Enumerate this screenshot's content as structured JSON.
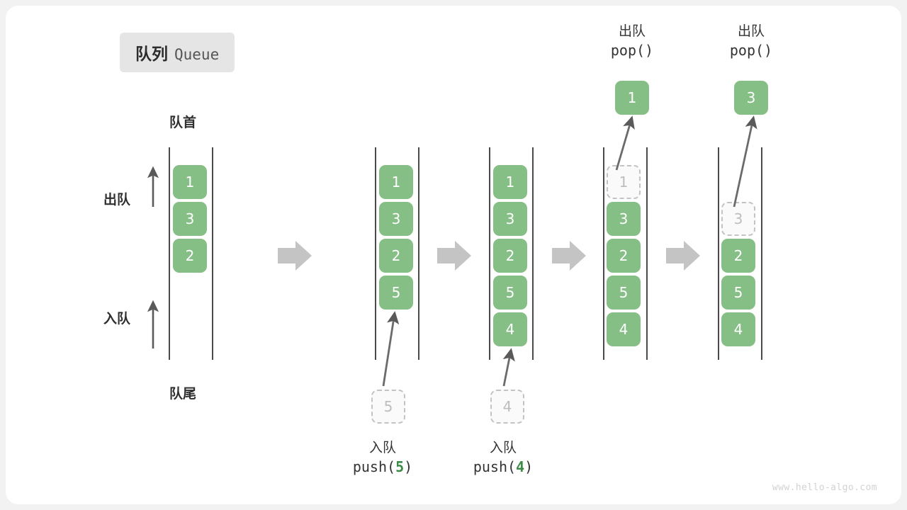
{
  "page": {
    "background": "#f2f2f2",
    "card_background": "#ffffff",
    "watermark": "www.hello-algo.com"
  },
  "title": {
    "cn": "队列",
    "en": "Queue"
  },
  "colors": {
    "cell_fill": "#86bf86",
    "cell_text": "#ffffff",
    "ghost_border": "#c3c3c3",
    "ghost_text": "#bdbdbd",
    "rail": "#4a4a4a",
    "arrow": "#5a5a5a",
    "step_arrow": "#c4c4c4",
    "accent_green": "#3c8b47"
  },
  "labels": {
    "front": "队首",
    "rear": "队尾",
    "dequeue": "出队",
    "enqueue": "入队"
  },
  "captions": {
    "push5": {
      "cn": "入队",
      "code_prefix": "push(",
      "code_arg": "5",
      "code_suffix": ")"
    },
    "push4": {
      "cn": "入队",
      "code_prefix": "push(",
      "code_arg": "4",
      "code_suffix": ")"
    },
    "pop1": {
      "cn": "出队",
      "code": "pop()"
    },
    "pop2": {
      "cn": "出队",
      "code": "pop()"
    }
  },
  "columns": [
    {
      "id": "initial",
      "cells": [
        {
          "value": "1",
          "state": "filled"
        },
        {
          "value": "3",
          "state": "filled"
        },
        {
          "value": "2",
          "state": "filled"
        }
      ]
    },
    {
      "id": "after-push-5",
      "cells": [
        {
          "value": "1",
          "state": "filled"
        },
        {
          "value": "3",
          "state": "filled"
        },
        {
          "value": "2",
          "state": "filled"
        },
        {
          "value": "5",
          "state": "filled"
        }
      ],
      "incoming": {
        "value": "5",
        "state": "ghost"
      }
    },
    {
      "id": "after-push-4",
      "cells": [
        {
          "value": "1",
          "state": "filled"
        },
        {
          "value": "3",
          "state": "filled"
        },
        {
          "value": "2",
          "state": "filled"
        },
        {
          "value": "5",
          "state": "filled"
        },
        {
          "value": "4",
          "state": "filled"
        }
      ],
      "incoming": {
        "value": "4",
        "state": "ghost"
      }
    },
    {
      "id": "after-pop-1",
      "cells": [
        {
          "value": "1",
          "state": "ghost"
        },
        {
          "value": "3",
          "state": "filled"
        },
        {
          "value": "2",
          "state": "filled"
        },
        {
          "value": "5",
          "state": "filled"
        },
        {
          "value": "4",
          "state": "filled"
        }
      ],
      "outgoing": {
        "value": "1",
        "state": "filled"
      }
    },
    {
      "id": "after-pop-3",
      "cells": [
        {
          "value": "3",
          "state": "ghost"
        },
        {
          "value": "2",
          "state": "filled"
        },
        {
          "value": "5",
          "state": "filled"
        },
        {
          "value": "4",
          "state": "filled"
        }
      ],
      "outgoing": {
        "value": "3",
        "state": "filled"
      }
    }
  ]
}
